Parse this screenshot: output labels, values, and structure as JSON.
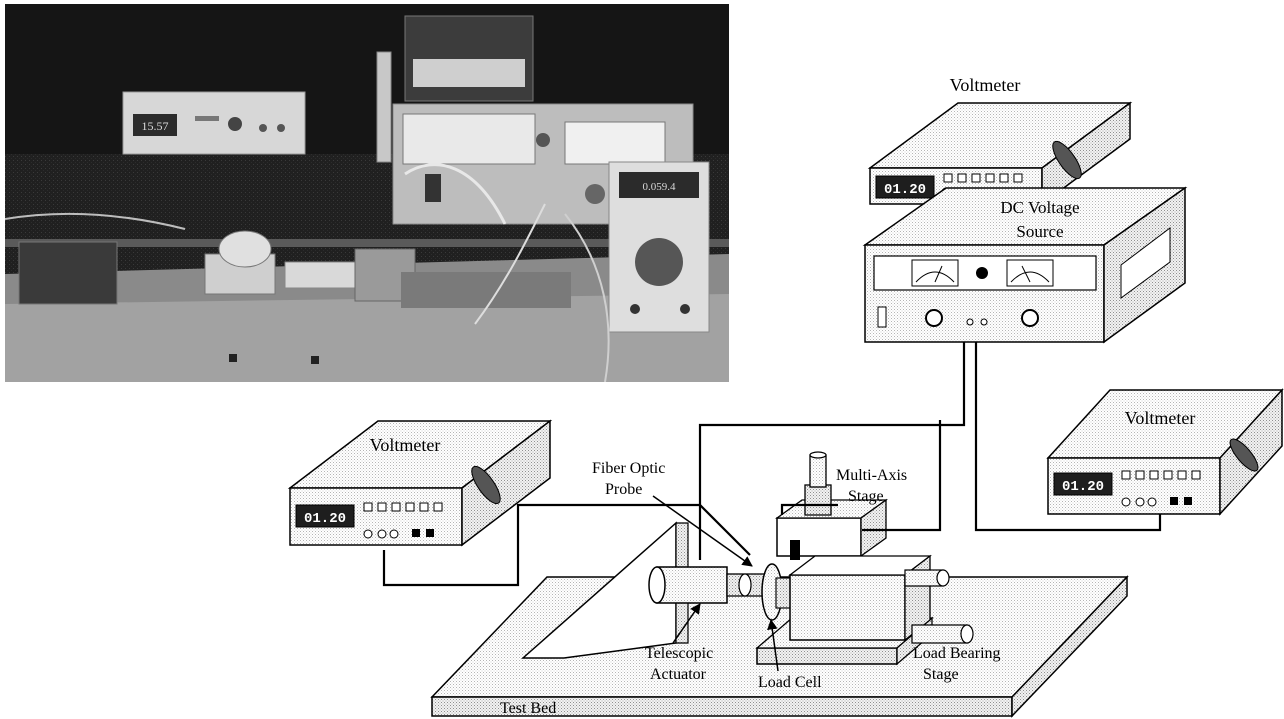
{
  "photo": {
    "meter_readings": [
      "15.57",
      "0.059.4"
    ]
  },
  "devices": {
    "voltmeter_top": {
      "title": "Voltmeter",
      "display": "01.20"
    },
    "voltmeter_left": {
      "title": "Voltmeter",
      "display": "01.20"
    },
    "voltmeter_right": {
      "title": "Voltmeter",
      "display": "01.20"
    },
    "dc_source": {
      "title_line1": "DC Voltage",
      "title_line2": "Source"
    }
  },
  "labels": {
    "fiber_optic_line1": "Fiber Optic",
    "fiber_optic_line2": "Probe",
    "multi_axis_line1": "Multi-Axis",
    "multi_axis_line2": "Stage",
    "telescopic_line1": "Telescopic",
    "telescopic_line2": "Actuator",
    "load_cell": "Load Cell",
    "load_bearing_line1": "Load Bearing",
    "load_bearing_line2": "Stage",
    "test_bed": "Test Bed"
  },
  "colors": {
    "ink": "#000000",
    "box_fill": "#e8e8e8",
    "box_top": "#d6d6d6",
    "box_side": "#c4c4c4",
    "display_fill": "#1e1e1e",
    "photo_bg": "#1a1a1a"
  }
}
